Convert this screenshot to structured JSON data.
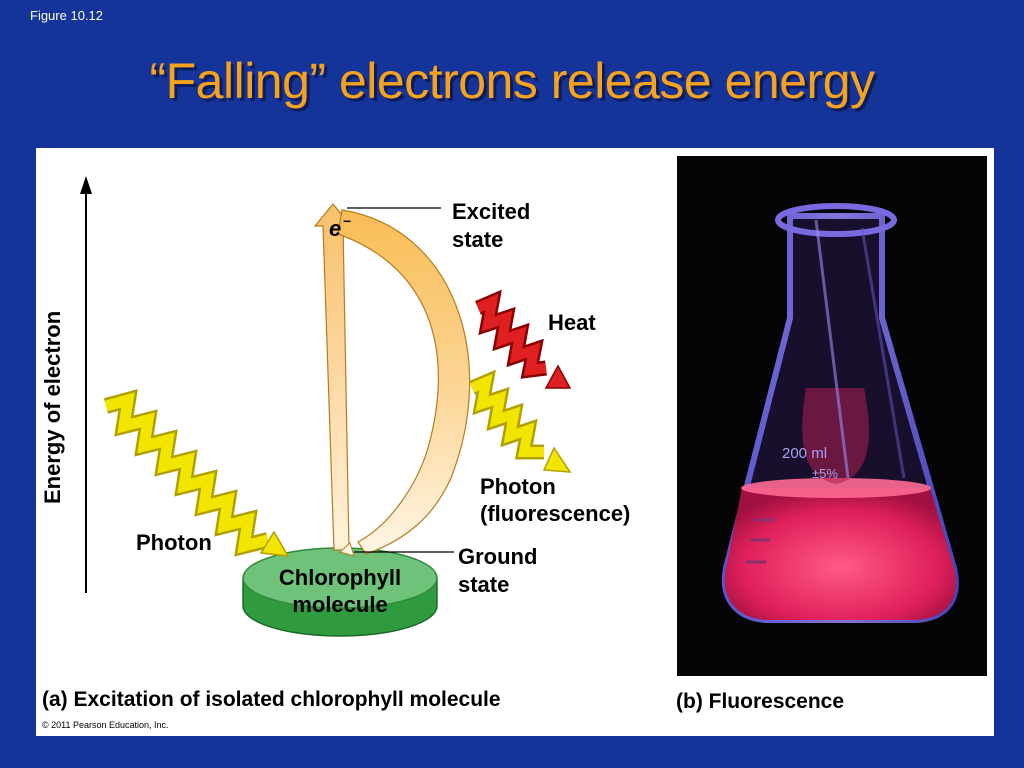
{
  "figure_label": "Figure 10.12",
  "title": "“Falling” electrons release energy",
  "diagram": {
    "axis_label": "Energy of electron",
    "electron": "e",
    "electron_superscript": "−",
    "excited_state": [
      "Excited",
      "state"
    ],
    "heat": "Heat",
    "photon_fluorescence": [
      "Photon",
      "(fluorescence)"
    ],
    "photon_in": "Photon",
    "ground_state": [
      "Ground",
      "state"
    ],
    "chlorophyll": [
      "Chlorophyll",
      "molecule"
    ],
    "caption_a": "(a) Excitation of isolated chlorophyll molecule",
    "caption_b": "(b) Fluorescence",
    "copyright": "© 2011 Pearson Education, Inc."
  },
  "photo": {
    "flask_marks": [
      "200 ml",
      "±5%"
    ]
  },
  "colors": {
    "background": "#15349a",
    "title": "#f7a21b",
    "heat": "#e02020",
    "photon": "#f2e600",
    "chlorophyll_top": "#6ec27a",
    "chlorophyll_side": "#2f9a3e",
    "fluorescence": "#ff2a6a"
  }
}
